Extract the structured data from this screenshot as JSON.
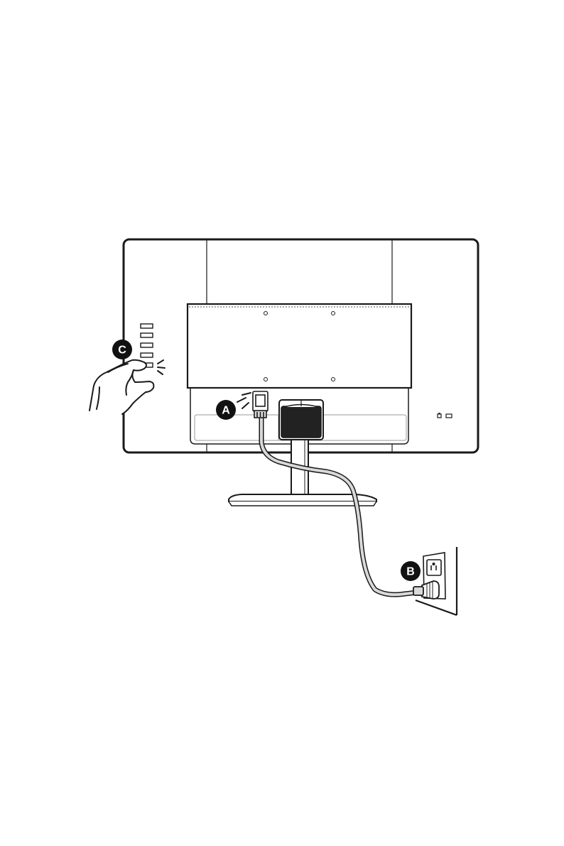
{
  "callouts": {
    "a": "A",
    "b": "B",
    "c": "C"
  },
  "colors": {
    "stroke": "#1a1a1a",
    "screen_fill": "#ffffff",
    "cable": "#d9d9d9",
    "callout_fill": "#111111"
  },
  "icons": [
    "power-cable-plug-icon",
    "wall-outlet-icon",
    "hand-press-button-icon",
    "lock-slot-icon"
  ]
}
